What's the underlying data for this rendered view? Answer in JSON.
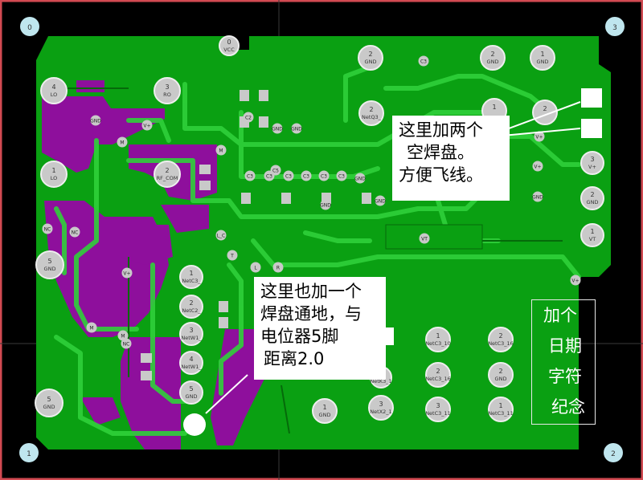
{
  "colors": {
    "board_background": "#000000",
    "copper_green": "#0aa012",
    "bottom_layer_purple": "#8e0f9c",
    "trace_green": "#2fd03a",
    "frame_red": "#d24a52",
    "pad_silver": "#c9c9c9",
    "corner_marker": "#bfe6ee",
    "annotation_bg": "#ffffff"
  },
  "corners": [
    "0",
    "3",
    "1",
    "2"
  ],
  "pads": [
    {
      "num": "4",
      "net": "LO"
    },
    {
      "num": "3",
      "net": "RO"
    },
    {
      "num": "0",
      "net": "VCC"
    },
    {
      "num": "2",
      "net": "GND"
    },
    {
      "num": "2",
      "net": "GND"
    },
    {
      "num": "1",
      "net": "GND"
    },
    {
      "num": "1",
      "net": "LO"
    },
    {
      "num": "2",
      "net": "RF_COM"
    },
    {
      "num": "2",
      "net": "NetQ3_"
    },
    {
      "num": "1",
      "net": ""
    },
    {
      "num": "2",
      "net": ""
    },
    {
      "num": "3",
      "net": "V+"
    },
    {
      "num": "2",
      "net": "GND"
    },
    {
      "num": "1",
      "net": "VT"
    },
    {
      "num": "5",
      "net": "GND"
    },
    {
      "num": "1",
      "net": "NetC3_"
    },
    {
      "num": "2",
      "net": "NetC2_"
    },
    {
      "num": "3",
      "net": "NetW1_"
    },
    {
      "num": "4",
      "net": "NetW1_"
    },
    {
      "num": "5",
      "net": "GND"
    },
    {
      "num": "5",
      "net": "GND"
    },
    {
      "num": "1",
      "net": "NetC3_10"
    },
    {
      "num": "2",
      "net": "NetC3_16"
    },
    {
      "num": "3",
      "net": "NetC3_11"
    },
    {
      "num": "2",
      "net": "NetC3_16"
    },
    {
      "num": "2",
      "net": "GND"
    },
    {
      "num": "1",
      "net": "NetC3_11"
    },
    {
      "num": "1",
      "net": "GND"
    },
    {
      "num": "3",
      "net": "NetX2_1"
    },
    {
      "num": "1",
      "net": "NetK3_1"
    }
  ],
  "small_labels": [
    "C2",
    "C3",
    "C5",
    "C3",
    "C3",
    "C3",
    "C3",
    "C3",
    "C3",
    "GND",
    "GND",
    "GND",
    "GND",
    "GND",
    "GND",
    "GND",
    "V+",
    "V+",
    "V+",
    "V+",
    "V+",
    "VT",
    "M",
    "M",
    "M",
    "M",
    "NC",
    "NC",
    "NC",
    "L",
    "R",
    "T",
    "L_C"
  ],
  "annotations": {
    "top_right": [
      "这里加两个",
      "空焊盘。",
      "方便飞线。"
    ],
    "middle": [
      "这里也加一个",
      "焊盘通地，与",
      "电位器5脚",
      "距离2.0"
    ],
    "date_box": [
      "加个",
      "日期",
      "字符",
      "纪念"
    ]
  }
}
